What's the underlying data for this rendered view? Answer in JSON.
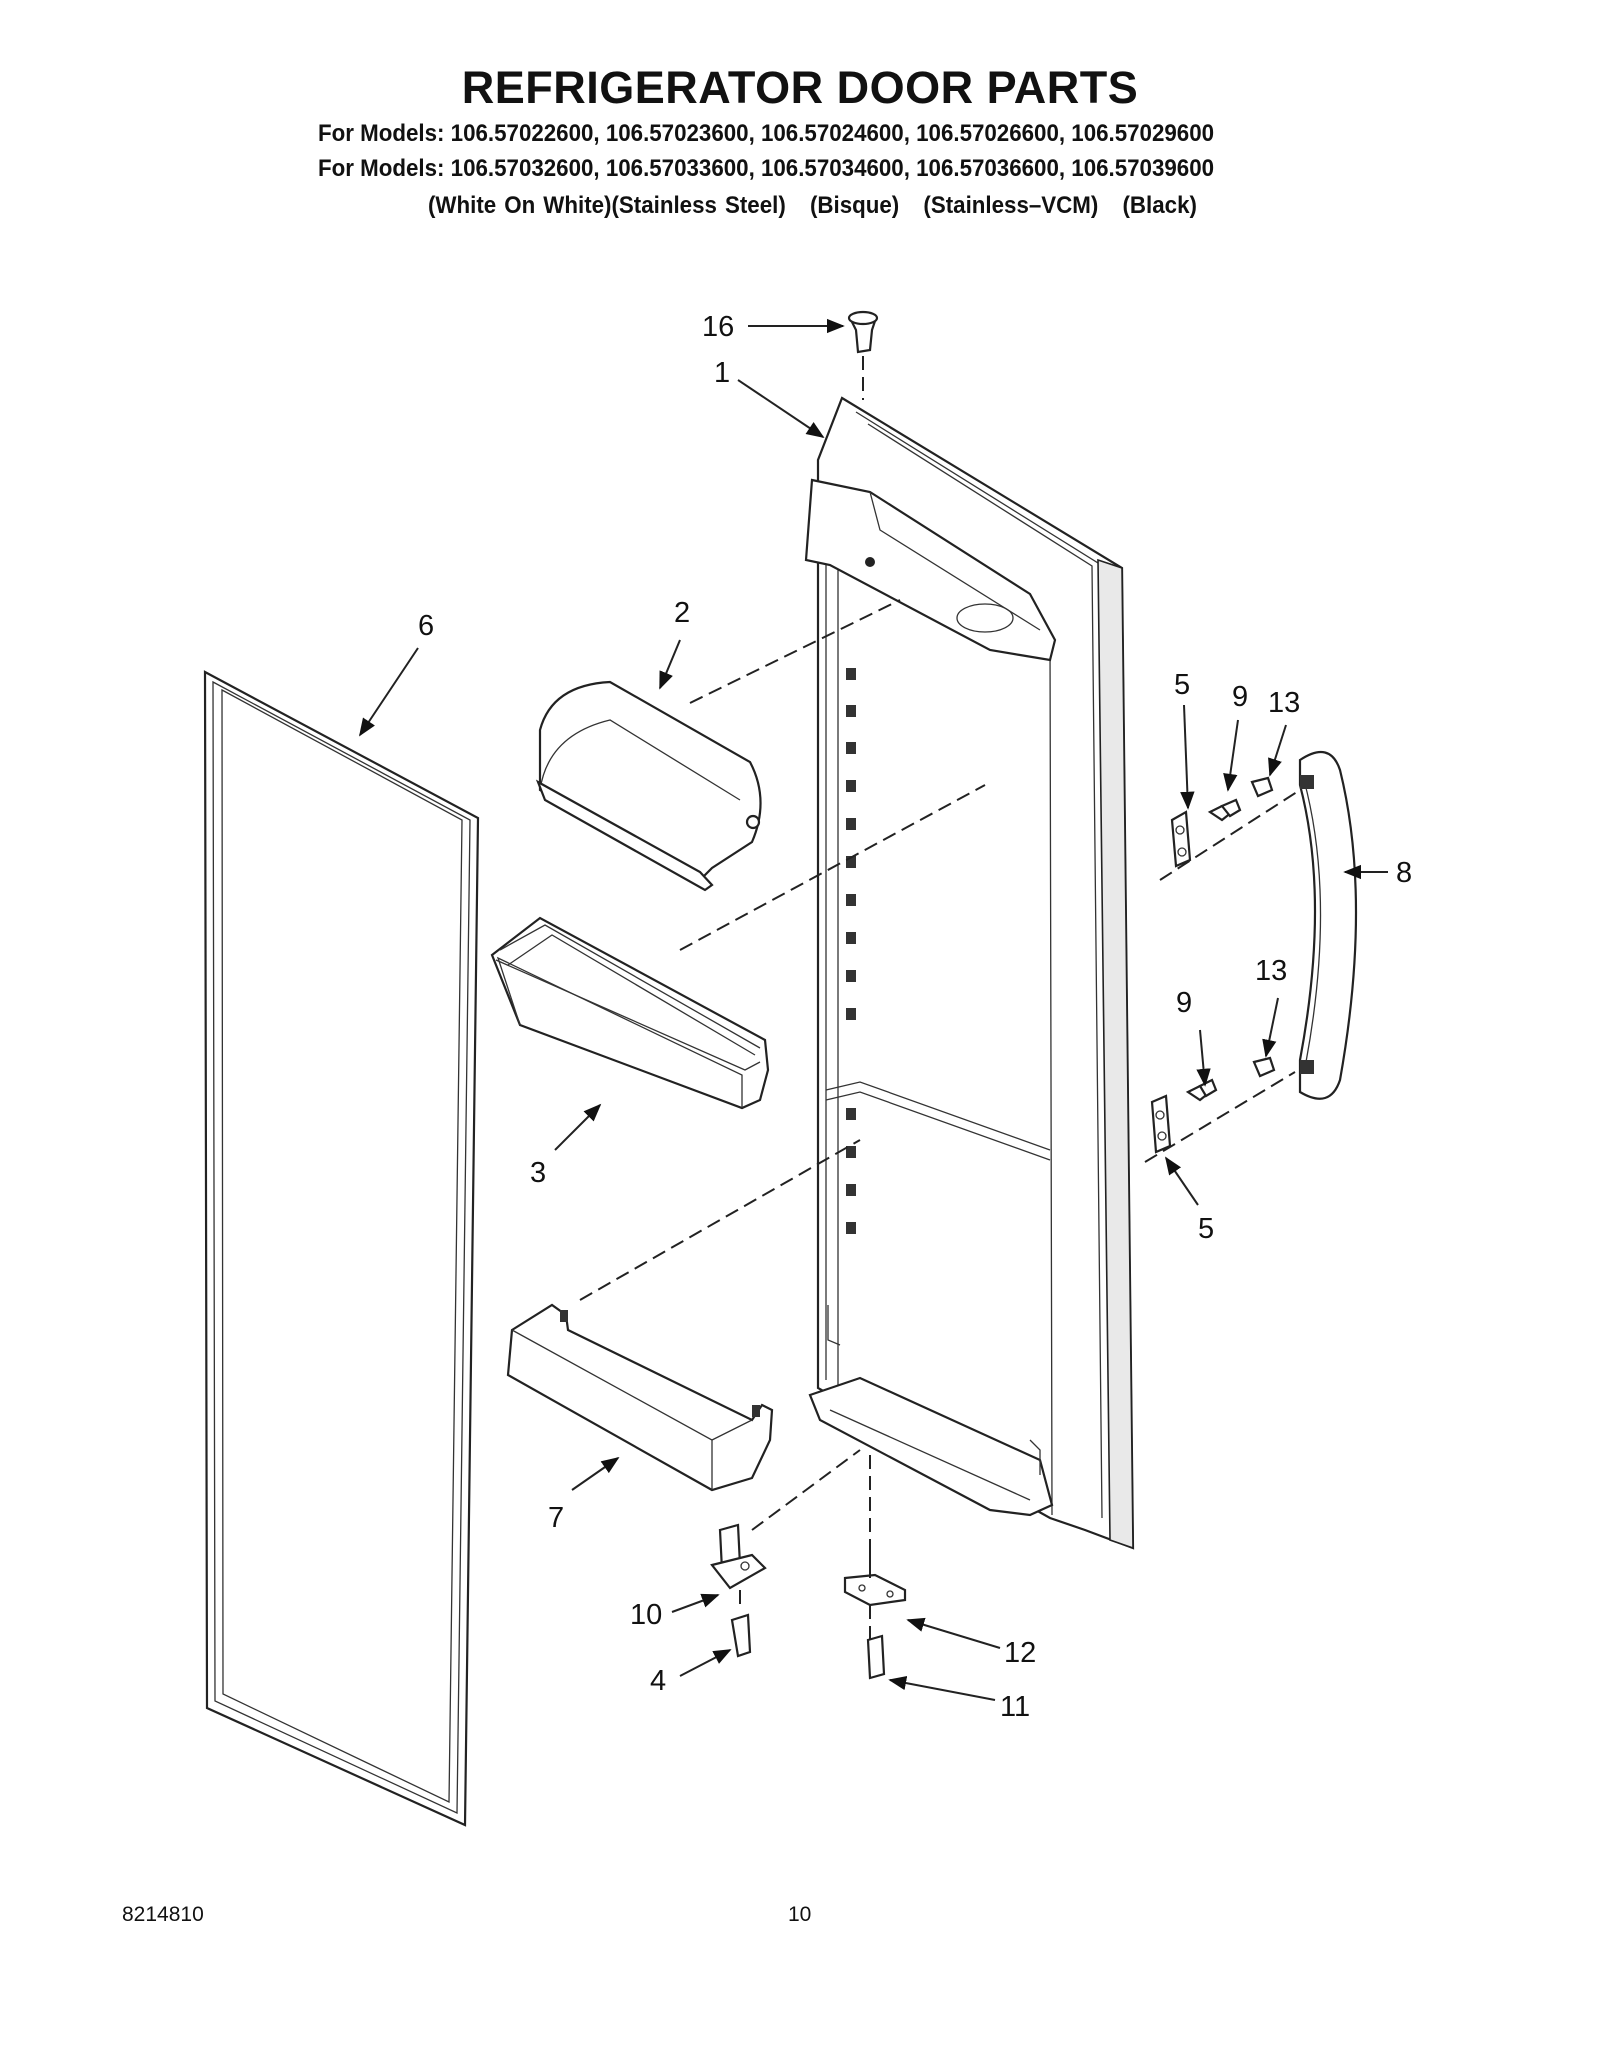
{
  "title": "REFRIGERATOR DOOR PARTS",
  "models_line_1": "For Models: 106.57022600, 106.57023600, 106.57024600, 106.57026600, 106.57029600",
  "models_line_2": "For Models: 106.57032600, 106.57033600, 106.57034600, 106.57036600, 106.57039600",
  "finishes": [
    "(White On White)(Stainless Steel)",
    "(Bisque)",
    "(Stainless–VCM)",
    "(Black)"
  ],
  "callouts": {
    "c16": "16",
    "c1": "1",
    "c2": "2",
    "c6": "6",
    "c5a": "5",
    "c9a": "9",
    "c13a": "13",
    "c8": "8",
    "c13b": "13",
    "c9b": "9",
    "c3": "3",
    "c5b": "5",
    "c7": "7",
    "c10": "10",
    "c12": "12",
    "c4": "4",
    "c11": "11"
  },
  "footer": {
    "doc_number": "8214810",
    "page_number": "10"
  }
}
